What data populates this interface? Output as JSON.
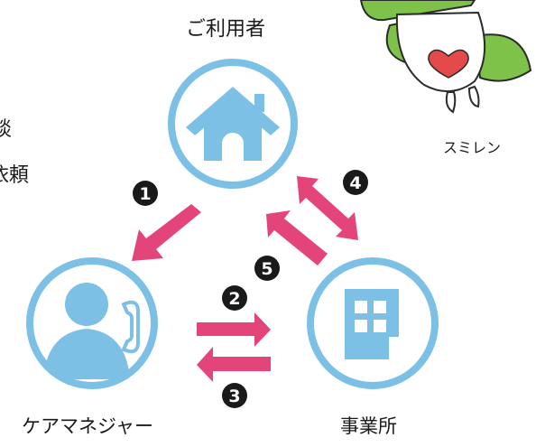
{
  "nodes": {
    "user": {
      "label": "ご利用者",
      "icon": "house-icon"
    },
    "care_manager": {
      "label": "ケアマネジャー",
      "icon": "person-phone-icon"
    },
    "office": {
      "label": "事業所",
      "icon": "building-icon"
    }
  },
  "mascot": {
    "name": "スミレン",
    "icon": "mascot-bird-icon"
  },
  "left_text_fragments": [
    "談",
    "依頼"
  ],
  "steps": [
    "1",
    "2",
    "3",
    "4",
    "5"
  ],
  "colors": {
    "circle": "#7cc0e6",
    "icon": "#7cc0e6",
    "arrow": "#e3457a",
    "badge": "#1a1a1a",
    "mascot_green": "#7fc24a",
    "heart": "#e44a4a"
  }
}
